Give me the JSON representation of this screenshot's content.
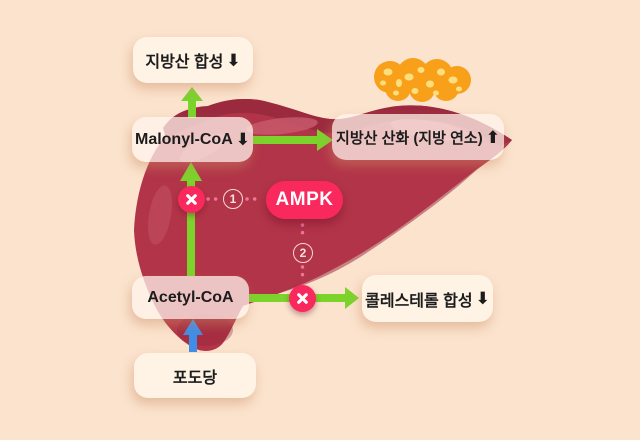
{
  "diagram_subject": "AMPK liver metabolism pathway",
  "colors": {
    "background": "#FBE3CD",
    "liver_main": "#B23448",
    "liver_dark_band": "#9B2A3E",
    "liver_highlight": "#C5596B",
    "green_arrow": "#7CD32C",
    "blue_arrow": "#3E8EE8",
    "pink_accent": "#F9295E",
    "dotted_connector": "#F2749D",
    "node_box_cream": "#FEF3E5",
    "fat_blob": "#F9A01B",
    "fat_blob_spots": "#FBDF7F",
    "text": "#1C1C1C"
  },
  "nodes": {
    "fatty_acid_synthesis": {
      "label": "지방산 합성",
      "trend": "⬇"
    },
    "malonyl_coa": {
      "label": "Malonyl-CoA",
      "trend": "⬇"
    },
    "fatty_acid_oxidation": {
      "label": "지방산 산화 (지방 연소)",
      "trend": "⬆"
    },
    "acetyl_coa": {
      "label": "Acetyl-CoA"
    },
    "cholesterol_synthesis": {
      "label": "콜레스테롤 합성",
      "trend": "⬇"
    },
    "glucose": {
      "label": "포도당"
    },
    "ampk": {
      "label": "AMPK"
    }
  },
  "markers": {
    "step1": "1",
    "step2": "2"
  }
}
